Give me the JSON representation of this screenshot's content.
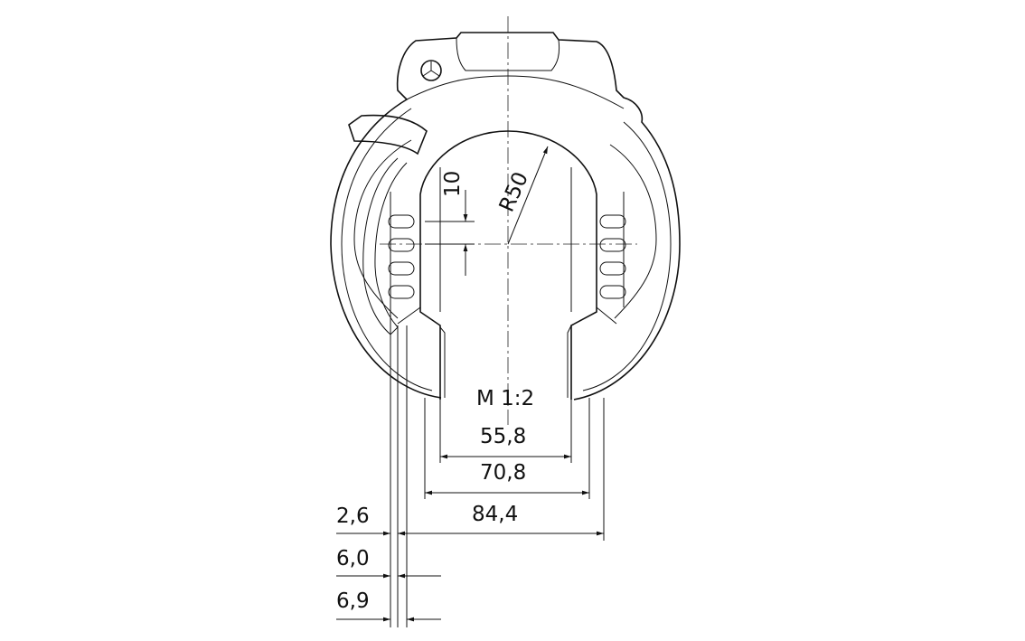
{
  "drawing": {
    "scale_label": "M 1:2",
    "dimensions": {
      "slot_height": "10",
      "radius": "R50",
      "inner_width": "55,8",
      "mid_width": "70,8",
      "outer_width": "84,4",
      "offset_a": "2,6",
      "offset_b": "6,0",
      "offset_c": "6,9"
    }
  }
}
